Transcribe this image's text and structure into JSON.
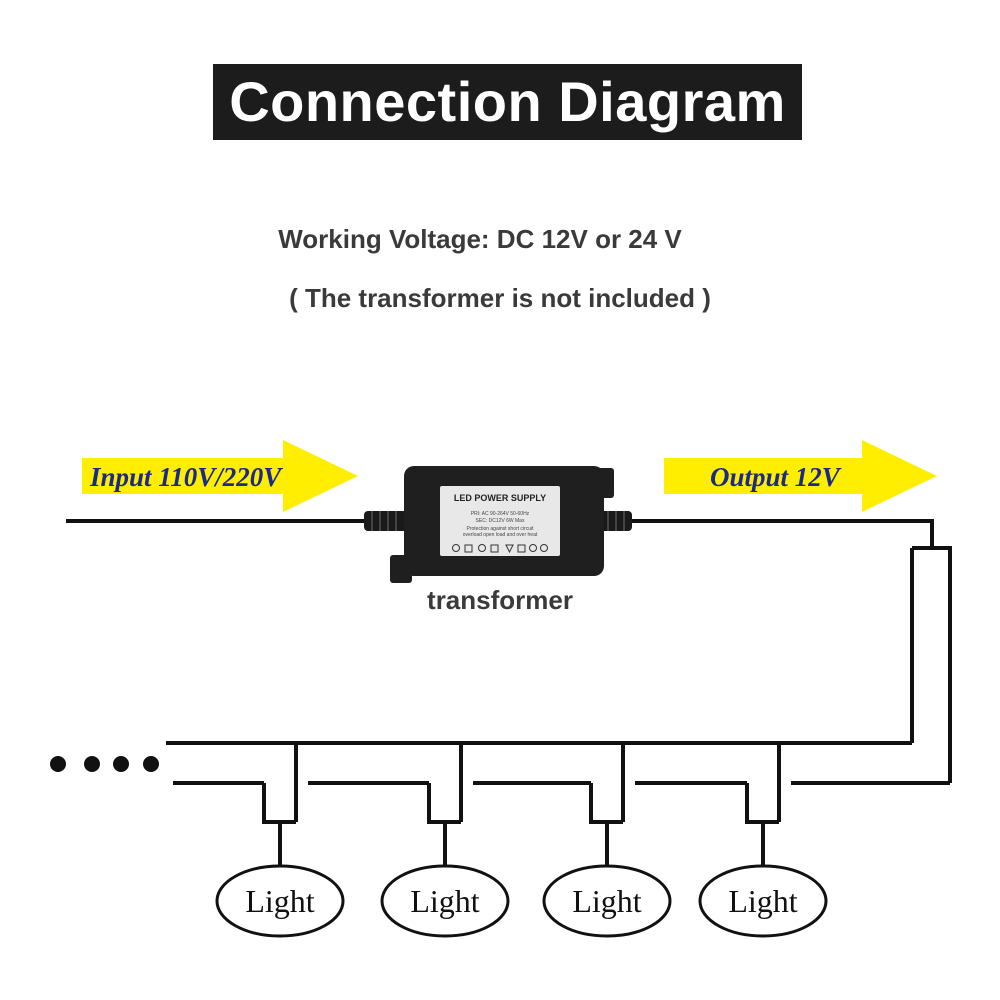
{
  "title": "Connection Diagram",
  "voltage_text": "Working Voltage: DC 12V or 24 V",
  "note_text": "( The transformer is not included )",
  "input_label": "Input 110V/220V",
  "output_label": "Output 12V",
  "transformer_caption": "transformer",
  "device": {
    "header": "LED POWER SUPPLY",
    "line1": "PRI: AC 90-264V  50-60Hz",
    "line2": "SEC: DC12V       6W Max",
    "line3": "Protection against short circuit",
    "line4": "overload open load and over heat"
  },
  "lights": [
    "Light",
    "Light",
    "Light",
    "Light"
  ],
  "colors": {
    "arrow_fill": "#ffee00",
    "arrow_text": "#1a2a88",
    "wire": "#111111",
    "title_bg": "#1c1c1c"
  }
}
